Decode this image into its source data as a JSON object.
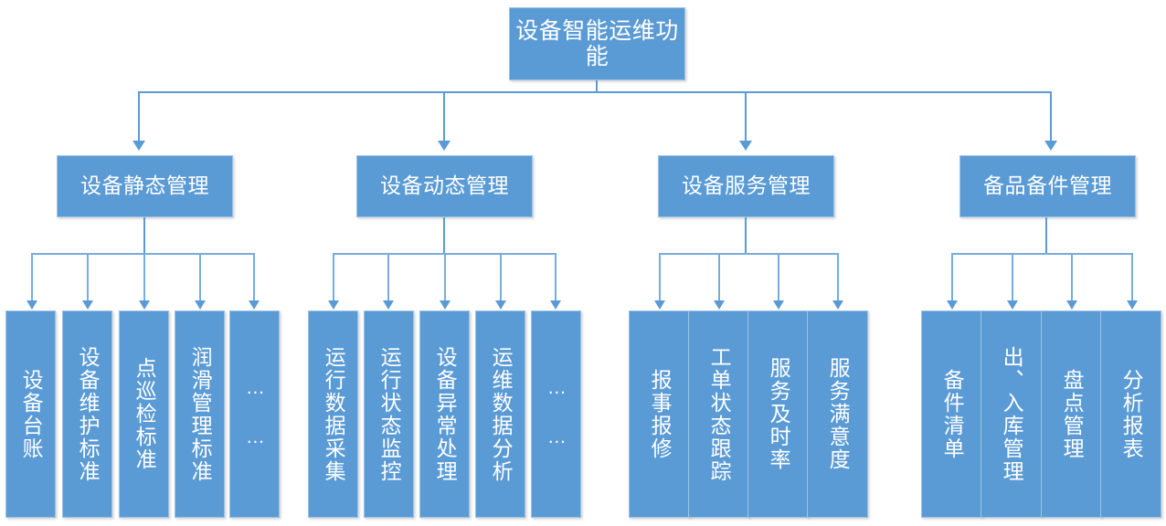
{
  "diagram": {
    "type": "org-chart",
    "title": "设备智能运维功能",
    "root": {
      "label": "设备智能运维功能"
    },
    "branches": [
      {
        "label": "设备静态管理",
        "leaves": [
          {
            "label": "设备台账"
          },
          {
            "label": "设备维护标准"
          },
          {
            "label": "点巡检标准"
          },
          {
            "label": "润滑管理标准"
          },
          {
            "label": "…\n…"
          }
        ]
      },
      {
        "label": "设备动态管理",
        "leaves": [
          {
            "label": "运行数据采集"
          },
          {
            "label": "运行状态监控"
          },
          {
            "label": "设备异常处理"
          },
          {
            "label": "运维数据分析"
          },
          {
            "label": "…\n…"
          }
        ]
      },
      {
        "label": "设备服务管理",
        "leaves": [
          {
            "label": "报事报修"
          },
          {
            "label": "工单状态跟踪"
          },
          {
            "label": "服务及时率"
          },
          {
            "label": "服务满意度"
          }
        ]
      },
      {
        "label": "备品备件管理",
        "leaves": [
          {
            "label": "备件清单"
          },
          {
            "label": "出、入库管理"
          },
          {
            "label": "盘点管理"
          },
          {
            "label": "分析报表"
          }
        ]
      }
    ]
  },
  "colors": {
    "node_fill": "#5B9BD5",
    "node_border": "#9DC3E6",
    "connector": "#5B9BD5",
    "text": "#FFFFFF",
    "background": "#FFFFFF"
  }
}
